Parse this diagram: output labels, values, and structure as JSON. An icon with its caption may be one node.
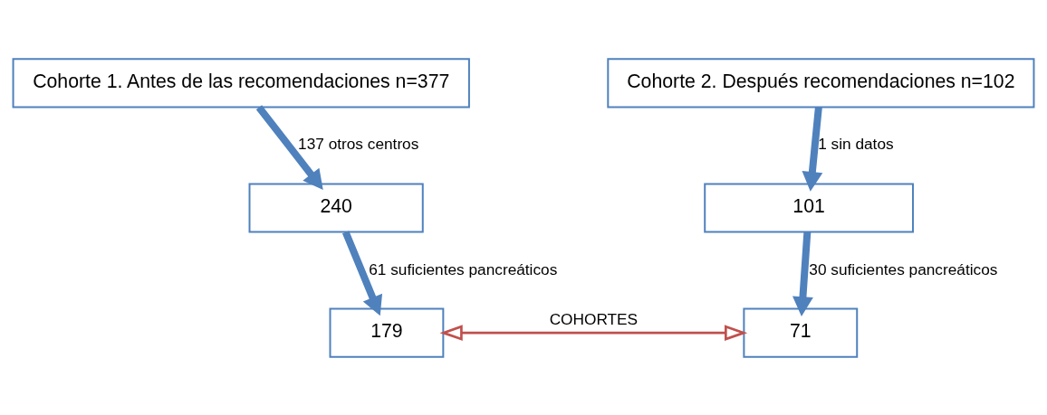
{
  "diagram": {
    "nodes": [
      {
        "text": [
          "Cohorte 1. Antes de las recomendaciones n=377"
        ]
      },
      {
        "text": [
          "Cohorte 2. Después recomendaciones n=102"
        ]
      },
      {
        "text": [
          "240"
        ]
      },
      {
        "text": [
          "101"
        ]
      },
      {
        "text": [
          "179"
        ]
      },
      {
        "text": [
          "71"
        ]
      }
    ],
    "edges": [
      {
        "from": 0,
        "to": 2,
        "arrow": "to",
        "label": "137 otros centros"
      },
      {
        "from": 1,
        "to": 3,
        "arrow": "to",
        "label": "1 sin datos"
      },
      {
        "from": 2,
        "to": 4,
        "arrow": "to",
        "label": "61 suficientes pancreáticos"
      },
      {
        "from": 3,
        "to": 5,
        "arrow": "to",
        "label": "30 suficientes pancreáticos"
      },
      {
        "from": 4,
        "to": 5,
        "arrow": "both",
        "label": "COHORTES",
        "color": "#c0504d"
      }
    ]
  }
}
